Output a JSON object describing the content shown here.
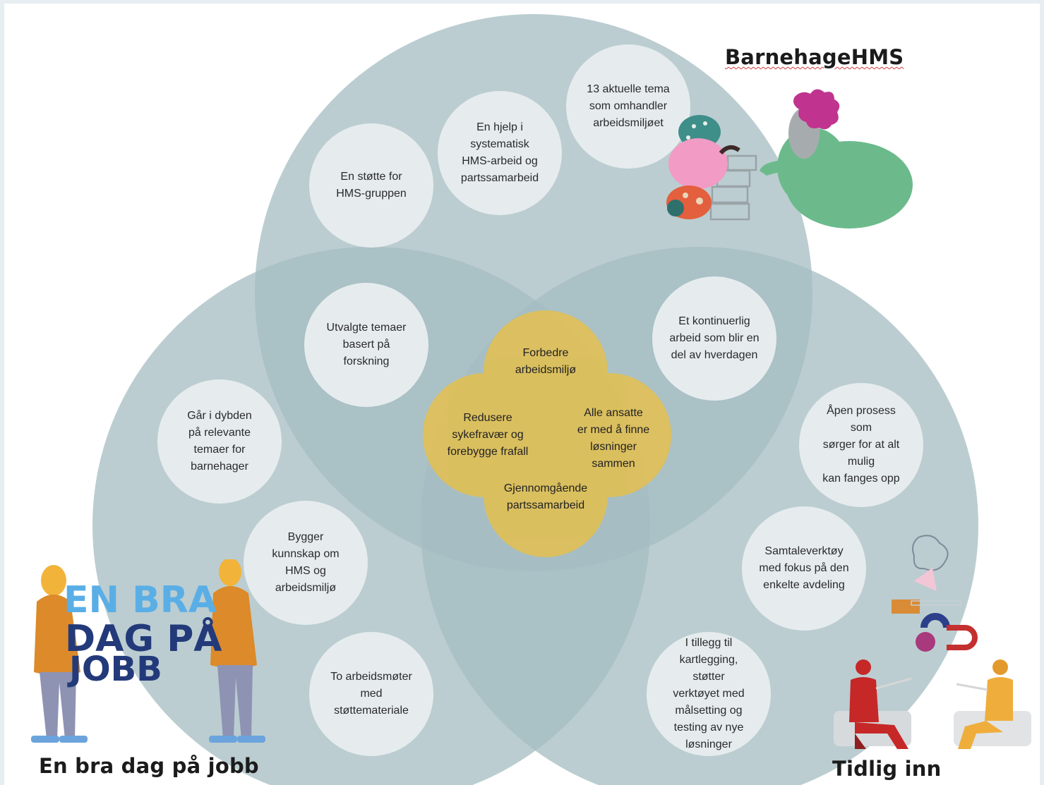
{
  "programs": {
    "top": {
      "title": "BarnehageHMS",
      "color": "#a4bcc1"
    },
    "left": {
      "title": "En bra dag på jobb",
      "color": "#a4bcc1"
    },
    "right": {
      "title": "Tidlig inn",
      "color": "#a4bcc1"
    }
  },
  "bubbles": {
    "top": [
      "13 aktuelle tema\nsom omhandler\narbeidsmiljøet",
      "En hjelp i\nsystematisk\nHMS-arbeid og\npartssamarbeid",
      "En støtte for\nHMS-gruppen"
    ],
    "top_left": [
      "Utvalgte temaer\nbasert på\nforskning"
    ],
    "top_right": [
      "Et kontinuerlig\narbeid som blir en\ndel av hverdagen"
    ],
    "left": [
      "Går i dybden\npå relevante\ntemaer for\nbarnehager",
      "Bygger\nkunnskap om\nHMS og\narbeidsmiljø",
      "To arbeidsmøter\nmed\nstøttemateriale"
    ],
    "right": [
      "Åpen prosess som\nsørger for at alt mulig\nkan fanges opp",
      "Samtaleverktøy\nmed fokus på den\nenkelte avdeling",
      "I tillegg til\nkartlegging, støtter\nverktøyet med\nmålsetting og\ntesting av nye\nløsninger"
    ]
  },
  "core": {
    "color": "#e6c04a",
    "items": [
      "Forbedre\narbeidsmiljø",
      "Redusere\nsykefravær og\nforebygge frafall",
      "Alle ansatte\ner med å finne\nløsninger\nsammen",
      "Gjennomgående\npartssamarbeid"
    ]
  },
  "logo_text": {
    "line1": "EN BRA",
    "line2": "DAG PÅ",
    "line3": "JOBB"
  },
  "icons": {
    "top": "woman-and-child-building-blocks-illustration",
    "left": "two-people-holding-logo-illustration",
    "right": "two-people-talking-with-shapes-illustration"
  }
}
